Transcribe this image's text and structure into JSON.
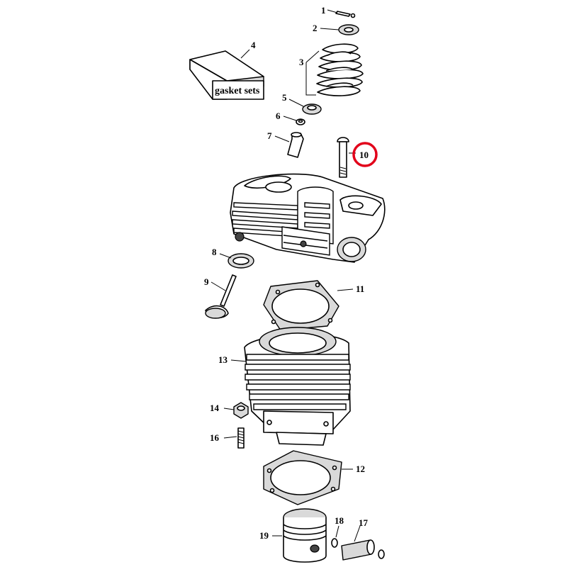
{
  "diagram": {
    "gasket_box_label": "gasket sets",
    "highlighted_callout": "10",
    "highlight_color": "#e2001a",
    "callouts": {
      "c1": "1",
      "c2": "2",
      "c3": "3",
      "c4": "4",
      "c5": "5",
      "c6": "6",
      "c7": "7",
      "c8": "8",
      "c9": "9",
      "c10": "10",
      "c11": "11",
      "c12": "12",
      "c13": "13",
      "c14": "14",
      "c16": "16",
      "c17": "17",
      "c18": "18",
      "c19": "19"
    }
  }
}
